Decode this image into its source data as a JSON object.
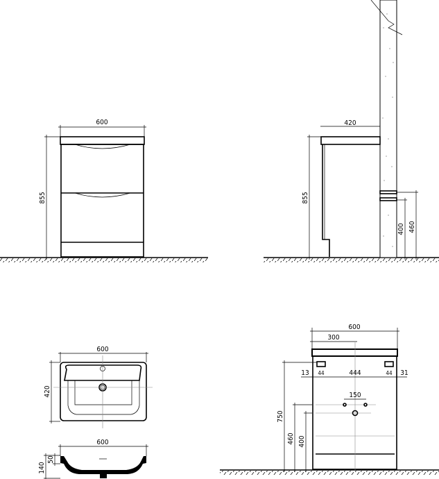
{
  "front_view": {
    "width": "600",
    "height": "855"
  },
  "side_view": {
    "depth": "420",
    "height": "855",
    "outlet_upper": "460",
    "outlet_lower": "400"
  },
  "basin_top": {
    "width": "600",
    "depth": "420"
  },
  "basin_section": {
    "width": "600",
    "total_height": "140",
    "rim_height": "50"
  },
  "back_view": {
    "width": "600",
    "half_width": "300",
    "left_offset": "13",
    "left_bracket": "44",
    "bracket_span": "444",
    "right_bracket": "44",
    "right_offset": "31",
    "supply_spacing": "150",
    "height": "750",
    "supply_height": "460",
    "drain_height": "400"
  }
}
